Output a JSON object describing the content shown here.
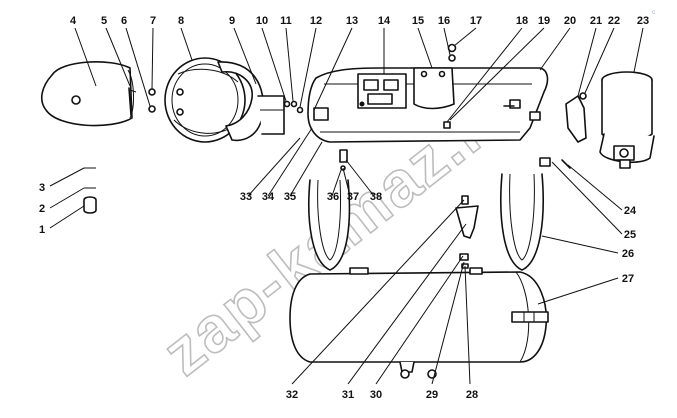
{
  "watermark": "zap-kamaz.ru",
  "corner_mark": "c",
  "callouts": [
    "1",
    "2",
    "3",
    "4",
    "5",
    "6",
    "7",
    "8",
    "9",
    "10",
    "11",
    "12",
    "13",
    "14",
    "15",
    "16",
    "17",
    "18",
    "19",
    "20",
    "21",
    "22",
    "23",
    "24",
    "25",
    "26",
    "27",
    "28",
    "29",
    "30",
    "31",
    "32",
    "33",
    "34",
    "35",
    "36",
    "37",
    "38"
  ]
}
